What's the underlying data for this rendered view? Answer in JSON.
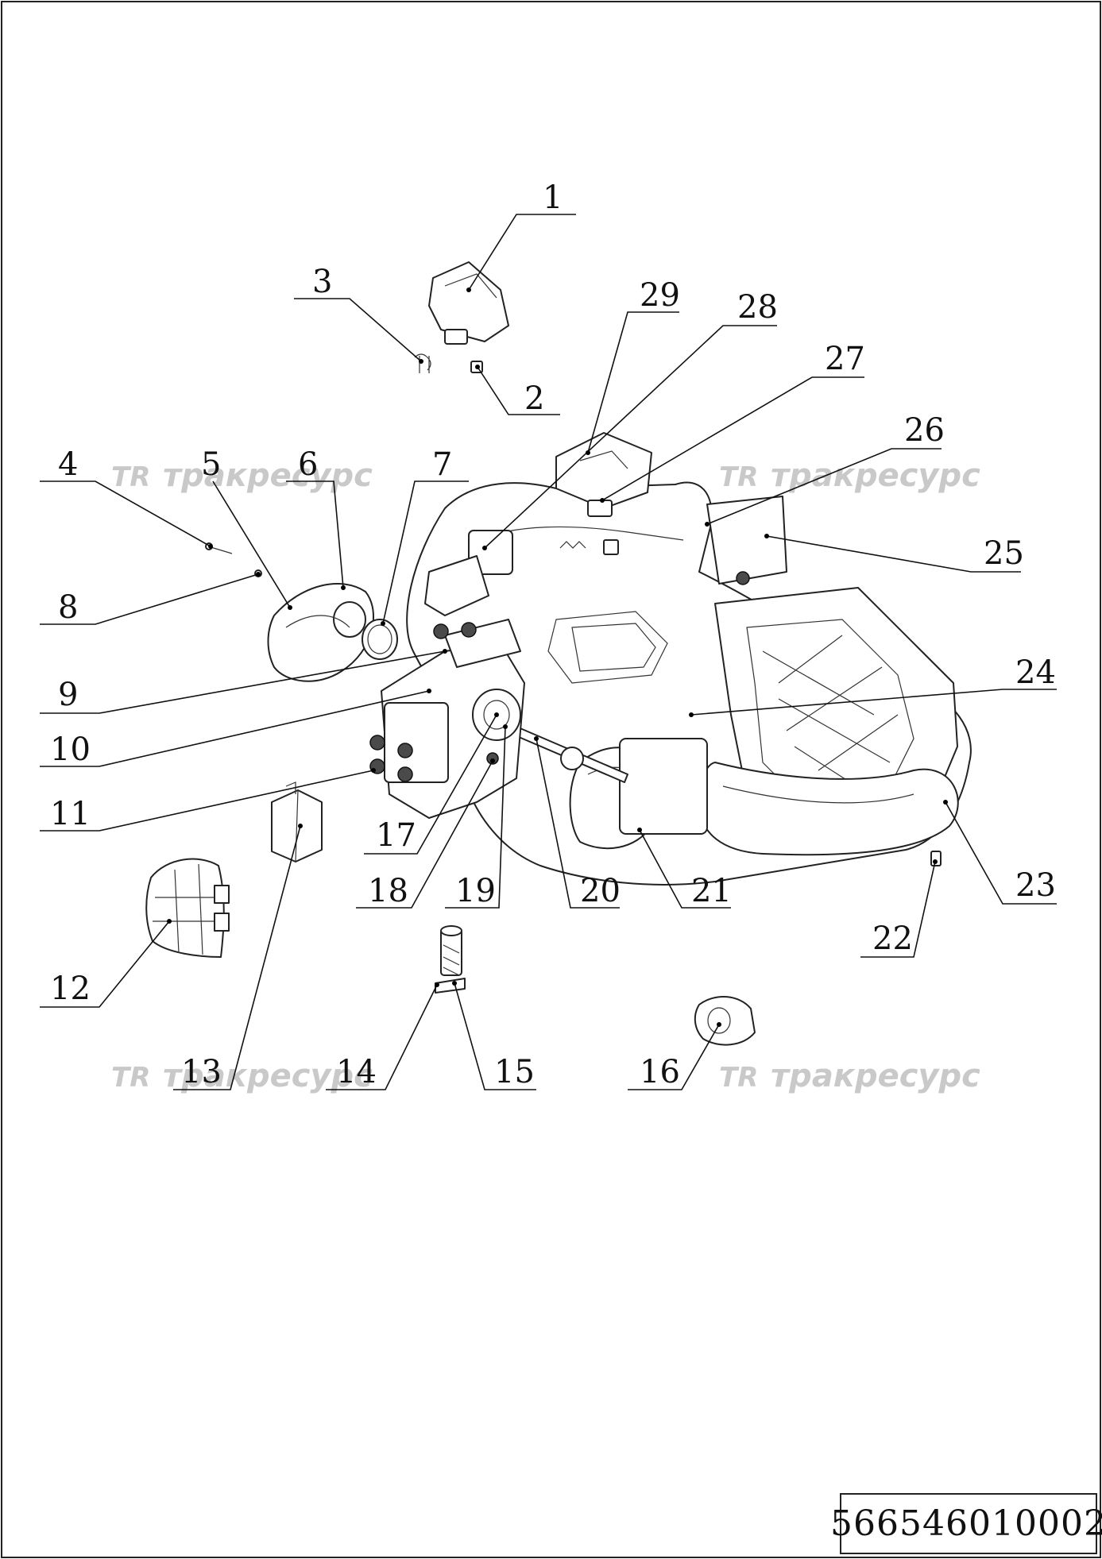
{
  "document_code": "566546010002",
  "watermark": {
    "logo": "TR",
    "text": "тракресурс"
  },
  "callouts": [
    {
      "id": "c1",
      "label": "1"
    },
    {
      "id": "c2",
      "label": "2"
    },
    {
      "id": "c3",
      "label": "3"
    },
    {
      "id": "c4",
      "label": "4"
    },
    {
      "id": "c5",
      "label": "5"
    },
    {
      "id": "c6",
      "label": "6"
    },
    {
      "id": "c7",
      "label": "7"
    },
    {
      "id": "c8",
      "label": "8"
    },
    {
      "id": "c9",
      "label": "9"
    },
    {
      "id": "c10",
      "label": "10"
    },
    {
      "id": "c11",
      "label": "11"
    },
    {
      "id": "c12",
      "label": "12"
    },
    {
      "id": "c13",
      "label": "13"
    },
    {
      "id": "c14",
      "label": "14"
    },
    {
      "id": "c15",
      "label": "15"
    },
    {
      "id": "c16",
      "label": "16"
    },
    {
      "id": "c17",
      "label": "17"
    },
    {
      "id": "c18",
      "label": "18"
    },
    {
      "id": "c19",
      "label": "19"
    },
    {
      "id": "c20",
      "label": "20"
    },
    {
      "id": "c21",
      "label": "21"
    },
    {
      "id": "c22",
      "label": "22"
    },
    {
      "id": "c23",
      "label": "23"
    },
    {
      "id": "c24",
      "label": "24"
    },
    {
      "id": "c25",
      "label": "25"
    },
    {
      "id": "c26",
      "label": "26"
    },
    {
      "id": "c27",
      "label": "27"
    },
    {
      "id": "c28",
      "label": "28"
    },
    {
      "id": "c29",
      "label": "29"
    }
  ]
}
